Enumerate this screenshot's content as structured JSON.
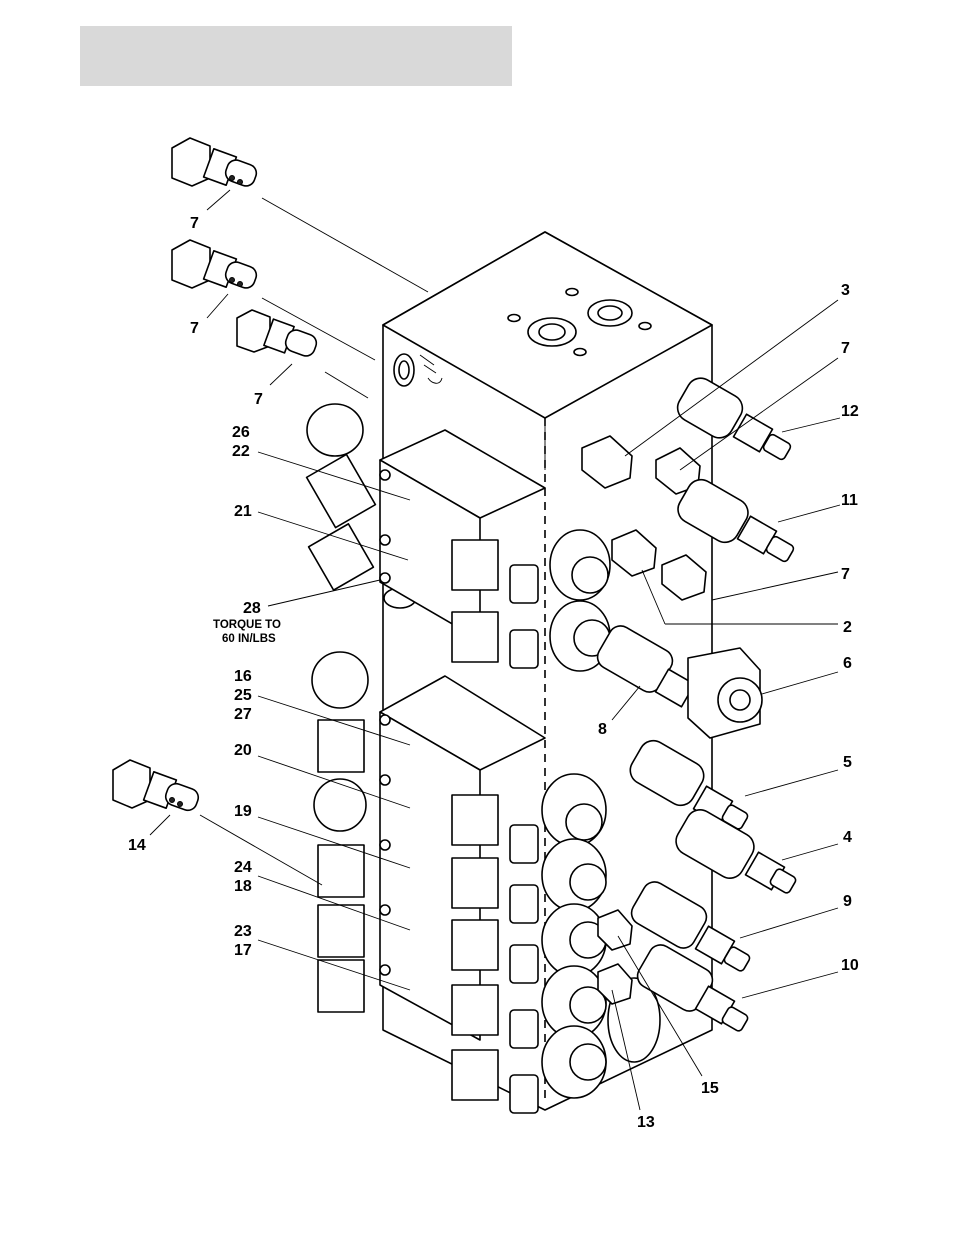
{
  "header": {
    "color": "#d9d9d9"
  },
  "labels": [
    {
      "id": "7a",
      "text": "7"
    },
    {
      "id": "7b",
      "text": "7"
    },
    {
      "id": "7c",
      "text": "7"
    },
    {
      "id": "3",
      "text": "3"
    },
    {
      "id": "7d",
      "text": "7"
    },
    {
      "id": "12",
      "text": "12"
    },
    {
      "id": "26",
      "text": "26"
    },
    {
      "id": "22",
      "text": "22"
    },
    {
      "id": "11",
      "text": "11"
    },
    {
      "id": "21",
      "text": "21"
    },
    {
      "id": "7e",
      "text": "7"
    },
    {
      "id": "28",
      "text": "28"
    },
    {
      "id": "2",
      "text": "2"
    },
    {
      "id": "16",
      "text": "16"
    },
    {
      "id": "6",
      "text": "6"
    },
    {
      "id": "25",
      "text": "25"
    },
    {
      "id": "27",
      "text": "27"
    },
    {
      "id": "8",
      "text": "8"
    },
    {
      "id": "20",
      "text": "20"
    },
    {
      "id": "5",
      "text": "5"
    },
    {
      "id": "14a",
      "text": "14"
    },
    {
      "id": "19",
      "text": "19"
    },
    {
      "id": "4",
      "text": "4"
    },
    {
      "id": "24",
      "text": "24"
    },
    {
      "id": "18",
      "text": "18"
    },
    {
      "id": "9",
      "text": "9"
    },
    {
      "id": "23",
      "text": "23"
    },
    {
      "id": "17",
      "text": "17"
    },
    {
      "id": "10",
      "text": "10"
    },
    {
      "id": "15",
      "text": "15"
    },
    {
      "id": "13",
      "text": "13"
    }
  ],
  "torque_note": {
    "line1": "TORQUE TO",
    "line2": "60 IN/LBS"
  }
}
